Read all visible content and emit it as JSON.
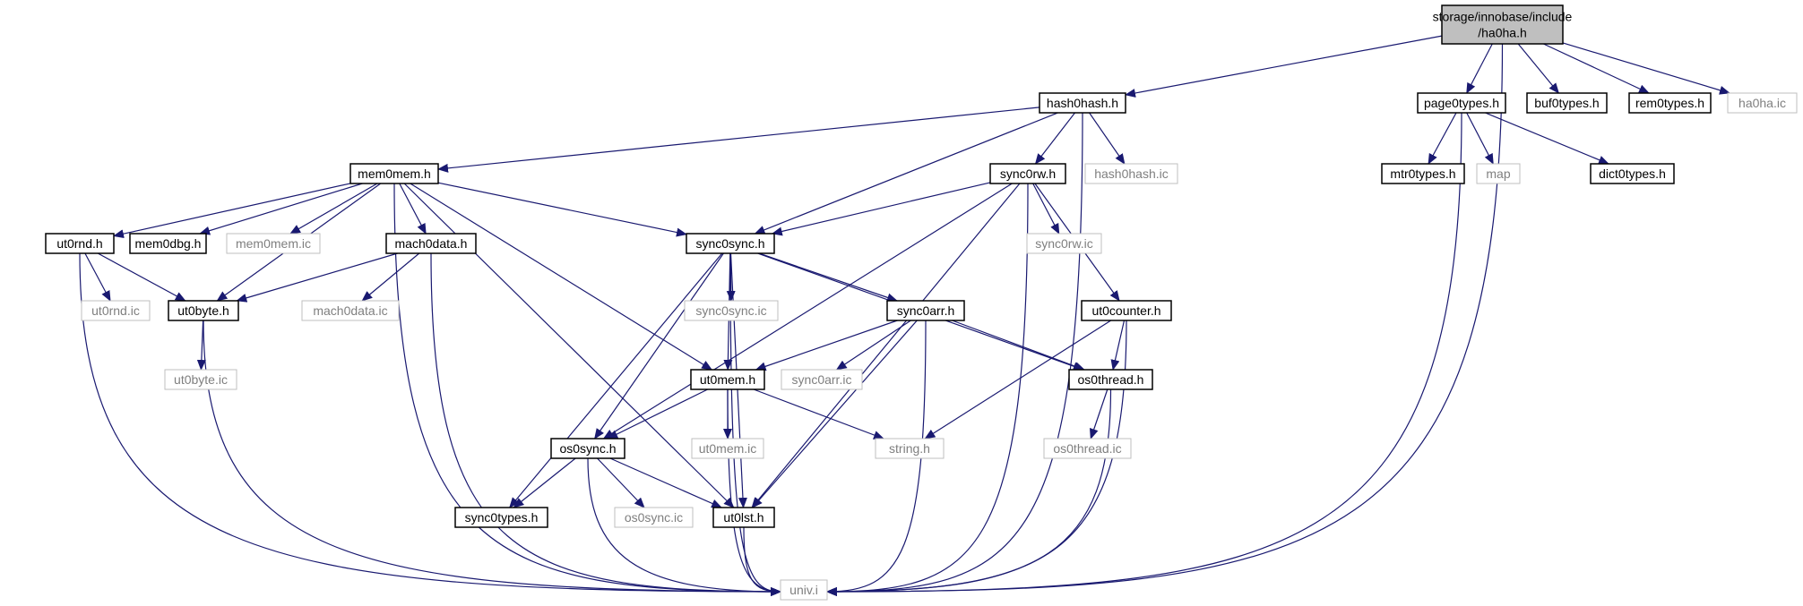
{
  "diagram": {
    "type": "include-dependency-graph",
    "colors": {
      "edge": "#191970",
      "root_fill": "#bfbfbf",
      "documented_border": "#000000",
      "undocumented_border": "#bfbfbf",
      "undocumented_text": "#7f7f7f",
      "text": "#000000"
    },
    "nodes": [
      {
        "id": "ha0ha_h",
        "label_lines": [
          "storage/innobase/include",
          "/ha0ha.h"
        ],
        "kind": "root"
      },
      {
        "id": "hash0hash_h",
        "label_lines": [
          "hash0hash.h"
        ],
        "kind": "documented"
      },
      {
        "id": "page0types_h",
        "label_lines": [
          "page0types.h"
        ],
        "kind": "documented"
      },
      {
        "id": "buf0types_h",
        "label_lines": [
          "buf0types.h"
        ],
        "kind": "documented"
      },
      {
        "id": "rem0types_h",
        "label_lines": [
          "rem0types.h"
        ],
        "kind": "documented"
      },
      {
        "id": "ha0ha_ic",
        "label_lines": [
          "ha0ha.ic"
        ],
        "kind": "undocumented"
      },
      {
        "id": "mem0mem_h",
        "label_lines": [
          "mem0mem.h"
        ],
        "kind": "documented"
      },
      {
        "id": "sync0rw_h",
        "label_lines": [
          "sync0rw.h"
        ],
        "kind": "documented"
      },
      {
        "id": "hash0hash_ic",
        "label_lines": [
          "hash0hash.ic"
        ],
        "kind": "undocumented"
      },
      {
        "id": "mtr0types_h",
        "label_lines": [
          "mtr0types.h"
        ],
        "kind": "documented"
      },
      {
        "id": "map",
        "label_lines": [
          "map"
        ],
        "kind": "undocumented"
      },
      {
        "id": "dict0types_h",
        "label_lines": [
          "dict0types.h"
        ],
        "kind": "documented"
      },
      {
        "id": "ut0rnd_h",
        "label_lines": [
          "ut0rnd.h"
        ],
        "kind": "documented"
      },
      {
        "id": "mem0dbg_h",
        "label_lines": [
          "mem0dbg.h"
        ],
        "kind": "documented"
      },
      {
        "id": "mem0mem_ic",
        "label_lines": [
          "mem0mem.ic"
        ],
        "kind": "undocumented"
      },
      {
        "id": "mach0data_h",
        "label_lines": [
          "mach0data.h"
        ],
        "kind": "documented"
      },
      {
        "id": "sync0sync_h",
        "label_lines": [
          "sync0sync.h"
        ],
        "kind": "documented"
      },
      {
        "id": "sync0rw_ic",
        "label_lines": [
          "sync0rw.ic"
        ],
        "kind": "undocumented"
      },
      {
        "id": "ut0rnd_ic",
        "label_lines": [
          "ut0rnd.ic"
        ],
        "kind": "undocumented"
      },
      {
        "id": "ut0byte_h",
        "label_lines": [
          "ut0byte.h"
        ],
        "kind": "documented"
      },
      {
        "id": "mach0data_ic",
        "label_lines": [
          "mach0data.ic"
        ],
        "kind": "undocumented"
      },
      {
        "id": "sync0sync_ic",
        "label_lines": [
          "sync0sync.ic"
        ],
        "kind": "undocumented"
      },
      {
        "id": "sync0arr_h",
        "label_lines": [
          "sync0arr.h"
        ],
        "kind": "documented"
      },
      {
        "id": "ut0counter_h",
        "label_lines": [
          "ut0counter.h"
        ],
        "kind": "documented"
      },
      {
        "id": "ut0byte_ic",
        "label_lines": [
          "ut0byte.ic"
        ],
        "kind": "undocumented"
      },
      {
        "id": "ut0mem_h",
        "label_lines": [
          "ut0mem.h"
        ],
        "kind": "documented"
      },
      {
        "id": "sync0arr_ic",
        "label_lines": [
          "sync0arr.ic"
        ],
        "kind": "undocumented"
      },
      {
        "id": "os0thread_h",
        "label_lines": [
          "os0thread.h"
        ],
        "kind": "documented"
      },
      {
        "id": "os0sync_h",
        "label_lines": [
          "os0sync.h"
        ],
        "kind": "documented"
      },
      {
        "id": "ut0mem_ic",
        "label_lines": [
          "ut0mem.ic"
        ],
        "kind": "undocumented"
      },
      {
        "id": "string_h",
        "label_lines": [
          "string.h"
        ],
        "kind": "undocumented"
      },
      {
        "id": "os0thread_ic",
        "label_lines": [
          "os0thread.ic"
        ],
        "kind": "undocumented"
      },
      {
        "id": "sync0types_h",
        "label_lines": [
          "sync0types.h"
        ],
        "kind": "documented"
      },
      {
        "id": "os0sync_ic",
        "label_lines": [
          "os0sync.ic"
        ],
        "kind": "undocumented"
      },
      {
        "id": "ut0lst_h",
        "label_lines": [
          "ut0lst.h"
        ],
        "kind": "documented"
      },
      {
        "id": "univ_i",
        "label_lines": [
          "univ.i"
        ],
        "kind": "undocumented"
      }
    ],
    "edges": [
      [
        "ha0ha_h",
        "hash0hash_h"
      ],
      [
        "ha0ha_h",
        "univ_i"
      ],
      [
        "ha0ha_h",
        "page0types_h"
      ],
      [
        "ha0ha_h",
        "buf0types_h"
      ],
      [
        "ha0ha_h",
        "rem0types_h"
      ],
      [
        "ha0ha_h",
        "ha0ha_ic"
      ],
      [
        "hash0hash_h",
        "mem0mem_h"
      ],
      [
        "hash0hash_h",
        "sync0sync_h"
      ],
      [
        "hash0hash_h",
        "sync0rw_h"
      ],
      [
        "hash0hash_h",
        "hash0hash_ic"
      ],
      [
        "hash0hash_h",
        "univ_i"
      ],
      [
        "page0types_h",
        "mtr0types_h"
      ],
      [
        "page0types_h",
        "map"
      ],
      [
        "page0types_h",
        "dict0types_h"
      ],
      [
        "page0types_h",
        "univ_i"
      ],
      [
        "mem0mem_h",
        "univ_i"
      ],
      [
        "mem0mem_h",
        "ut0rnd_h"
      ],
      [
        "mem0mem_h",
        "mem0dbg_h"
      ],
      [
        "mem0mem_h",
        "mem0mem_ic"
      ],
      [
        "mem0mem_h",
        "ut0byte_h"
      ],
      [
        "mem0mem_h",
        "mach0data_h"
      ],
      [
        "mem0mem_h",
        "sync0sync_h"
      ],
      [
        "mem0mem_h",
        "ut0lst_h"
      ],
      [
        "mem0mem_h",
        "ut0mem_h"
      ],
      [
        "sync0rw_h",
        "sync0sync_h"
      ],
      [
        "sync0rw_h",
        "sync0rw_ic"
      ],
      [
        "sync0rw_h",
        "ut0counter_h"
      ],
      [
        "sync0rw_h",
        "os0sync_h"
      ],
      [
        "sync0rw_h",
        "ut0lst_h"
      ],
      [
        "sync0rw_h",
        "univ_i"
      ],
      [
        "ut0rnd_h",
        "ut0rnd_ic"
      ],
      [
        "ut0rnd_h",
        "ut0byte_h"
      ],
      [
        "ut0rnd_h",
        "univ_i"
      ],
      [
        "mach0data_h",
        "ut0byte_h"
      ],
      [
        "mach0data_h",
        "mach0data_ic"
      ],
      [
        "mach0data_h",
        "univ_i"
      ],
      [
        "ut0byte_h",
        "ut0byte_ic"
      ],
      [
        "ut0byte_h",
        "univ_i"
      ],
      [
        "sync0sync_h",
        "sync0sync_ic"
      ],
      [
        "sync0sync_h",
        "sync0arr_h"
      ],
      [
        "sync0sync_h",
        "ut0mem_h"
      ],
      [
        "sync0sync_h",
        "os0sync_h"
      ],
      [
        "sync0sync_h",
        "sync0types_h"
      ],
      [
        "sync0sync_h",
        "ut0lst_h"
      ],
      [
        "sync0sync_h",
        "os0thread_h"
      ],
      [
        "sync0sync_h",
        "univ_i"
      ],
      [
        "sync0arr_h",
        "ut0mem_h"
      ],
      [
        "sync0arr_h",
        "sync0arr_ic"
      ],
      [
        "sync0arr_h",
        "os0thread_h"
      ],
      [
        "sync0arr_h",
        "ut0lst_h"
      ],
      [
        "sync0arr_h",
        "univ_i"
      ],
      [
        "ut0counter_h",
        "os0thread_h"
      ],
      [
        "ut0counter_h",
        "string_h"
      ],
      [
        "ut0counter_h",
        "univ_i"
      ],
      [
        "ut0mem_h",
        "os0sync_h"
      ],
      [
        "ut0mem_h",
        "ut0mem_ic"
      ],
      [
        "ut0mem_h",
        "string_h"
      ],
      [
        "ut0mem_h",
        "univ_i"
      ],
      [
        "os0thread_h",
        "os0thread_ic"
      ],
      [
        "os0thread_h",
        "univ_i"
      ],
      [
        "os0sync_h",
        "sync0types_h"
      ],
      [
        "os0sync_h",
        "os0sync_ic"
      ],
      [
        "os0sync_h",
        "ut0lst_h"
      ],
      [
        "os0sync_h",
        "univ_i"
      ],
      [
        "ut0lst_h",
        "univ_i"
      ]
    ]
  }
}
